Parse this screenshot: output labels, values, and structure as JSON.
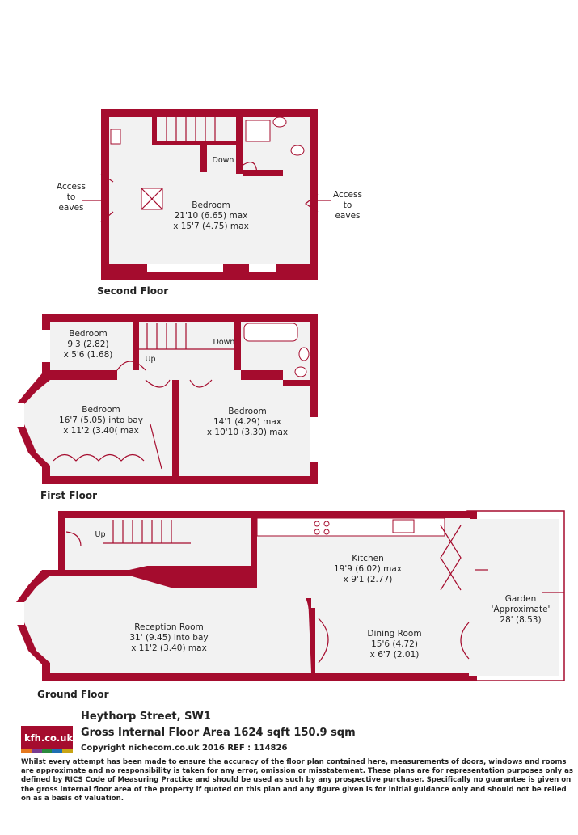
{
  "floors": {
    "second": {
      "label": "Second Floor",
      "rooms": {
        "bedroom": {
          "name": "Bedroom",
          "dim1": "21'10 (6.65) max",
          "dim2": "x 15'7 (4.75) max"
        }
      },
      "down_label": "Down",
      "access_left": [
        "Access",
        "to",
        "eaves"
      ],
      "access_right": [
        "Access",
        "to",
        "eaves"
      ]
    },
    "first": {
      "label": "First Floor",
      "rooms": {
        "bedroom_small": {
          "name": "Bedroom",
          "dim1": "9'3 (2.82)",
          "dim2": "x 5'6 (1.68)"
        },
        "bedroom_bay": {
          "name": "Bedroom",
          "dim1": "16'7 (5.05) into bay",
          "dim2": "x 11'2 (3.40( max"
        },
        "bedroom_right": {
          "name": "Bedroom",
          "dim1": "14'1 (4.29) max",
          "dim2": "x 10'10 (3.30) max"
        }
      },
      "up_label": "Up",
      "down_label": "Down"
    },
    "ground": {
      "label": "Ground Floor",
      "rooms": {
        "kitchen": {
          "name": "Kitchen",
          "dim1": "19'9 (6.02) max",
          "dim2": "x 9'1 (2.77)"
        },
        "reception": {
          "name": "Reception Room",
          "dim1": "31' (9.45) into bay",
          "dim2": "x 11'2 (3.40) max"
        },
        "dining": {
          "name": "Dining Room",
          "dim1": "15'6 (4.72)",
          "dim2": "x 6'7 (2.01)"
        },
        "garden": {
          "name": "Garden",
          "dim1": "'Approximate'",
          "dim2": "28' (8.53)"
        }
      },
      "up_label": "Up"
    }
  },
  "footer": {
    "logo": "kfh.co.uk",
    "logo_colors": [
      "#e5781e",
      "#7a3b8f",
      "#2b8a3e",
      "#1f6fb2",
      "#c8a415"
    ],
    "address": "Heythorp Street, SW1",
    "area": "Gross Internal Floor Area 1624 sqft 150.9 sqm",
    "copyright": "Copyright nichecom.co.uk 2016 REF : 114826",
    "disclaimer": "Whilst every attempt has been made to ensure the accuracy of the floor plan contained here, measurements of doors, windows and rooms are approximate and no responsibility is taken for any error, omission or misstatement.  These plans are for representation purposes only as defined by RICS Code of Measuring Practice and should be used as such by any prospective purchaser.  Specifically no guarantee is given on the gross internal floor area of the property if quoted on this plan and any figure given is for initial guidance only and should not be relied on as a basis of valuation."
  },
  "colors": {
    "wall": "#a50c2e",
    "floor": "#f2f2f2"
  }
}
